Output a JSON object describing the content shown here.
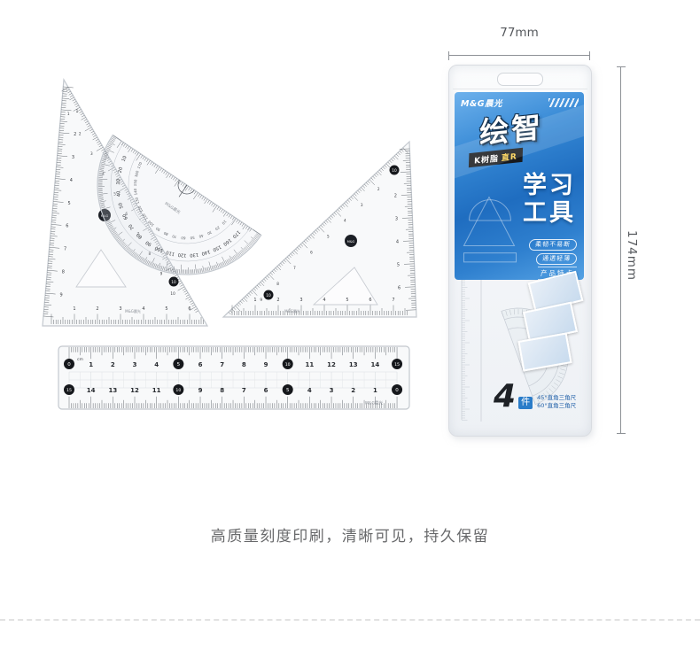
{
  "caption": "高质量刻度印刷，清晰可见，持久保留",
  "annotations": {
    "width_label": "77mm",
    "height_label": "174mm"
  },
  "colors": {
    "label_blue": "#2a7cc9",
    "badge_black": "#17191d",
    "accent_yellow": "#ffd34d"
  },
  "package": {
    "brand": "M&G晨光",
    "series_name": "绘智",
    "material_badge": "K树脂",
    "material_badge_accent": "直R",
    "product_line1": "学习",
    "product_line2": "工具",
    "feature_pill1": "柔韧不易断",
    "feature_pill2": "通透轻薄",
    "features_label": "产品特点",
    "pieces_number": "4",
    "pieces_unit": "件",
    "spec_line1": "45°直角三角尺",
    "spec_line2": "60°直角三角尺"
  },
  "rulers": {
    "brand": "M&G晨光",
    "logo": "M&G",
    "straight": {
      "unit": "cm",
      "top_numbers": [
        0,
        1,
        2,
        3,
        4,
        5,
        6,
        7,
        8,
        9,
        10,
        11,
        12,
        13,
        14,
        15
      ],
      "badge_numbers": [
        0,
        5,
        10,
        15
      ]
    },
    "protractor": {
      "outer_numbers": [
        10,
        20,
        30,
        40,
        50,
        60,
        70,
        80,
        90,
        100,
        110,
        120,
        130,
        140,
        150,
        160,
        170
      ],
      "inner_numbers": [
        170,
        160,
        150,
        140,
        130,
        120,
        110,
        100,
        90,
        80,
        70,
        60,
        50,
        40,
        30,
        20,
        10
      ]
    },
    "triangle_left": {
      "bottom_numbers": [
        1,
        2,
        3,
        4,
        5,
        6
      ],
      "side_numbers": [
        1,
        2,
        3,
        4,
        5,
        6,
        7,
        8,
        9
      ],
      "hyp_numbers": [
        1,
        2,
        3,
        4,
        5,
        6,
        7,
        8,
        9,
        10
      ],
      "badge": "10"
    },
    "triangle_right": {
      "bottom_numbers": [
        1,
        2,
        3,
        4,
        5,
        6,
        7
      ],
      "side_numbers": [
        1,
        2,
        3,
        4,
        5,
        6
      ],
      "hyp_numbers": [
        1,
        2,
        3,
        4,
        5,
        6,
        7,
        8,
        9
      ],
      "badge": "10",
      "badge2": "10"
    }
  }
}
